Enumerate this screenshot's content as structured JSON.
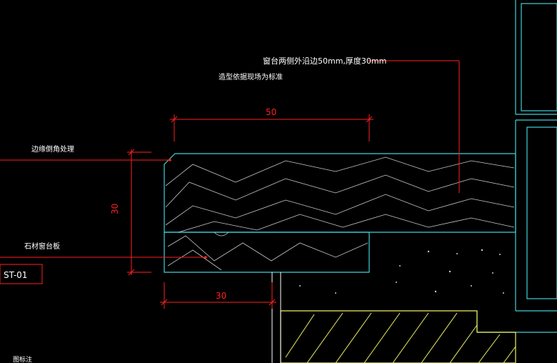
{
  "annotations": {
    "sill_overhang_note": "窗台两侧外沿边50mm,厚度30mm",
    "site_note": "造型依据现场为标准",
    "edge_chamfer_note": "边缘倒角处理",
    "stone_sill_note": "石材窗台板",
    "material_tag": "ST-01",
    "corner_text": "图标注"
  },
  "dimensions": {
    "top_width": "50",
    "left_height": "30",
    "bottom_width": "30"
  },
  "colors": {
    "background": "#000000",
    "cyan": "#3fd0d8",
    "red": "#ff2020",
    "white": "#ffffff",
    "yellow": "#f0f060",
    "gray": "#c8c8c8"
  }
}
